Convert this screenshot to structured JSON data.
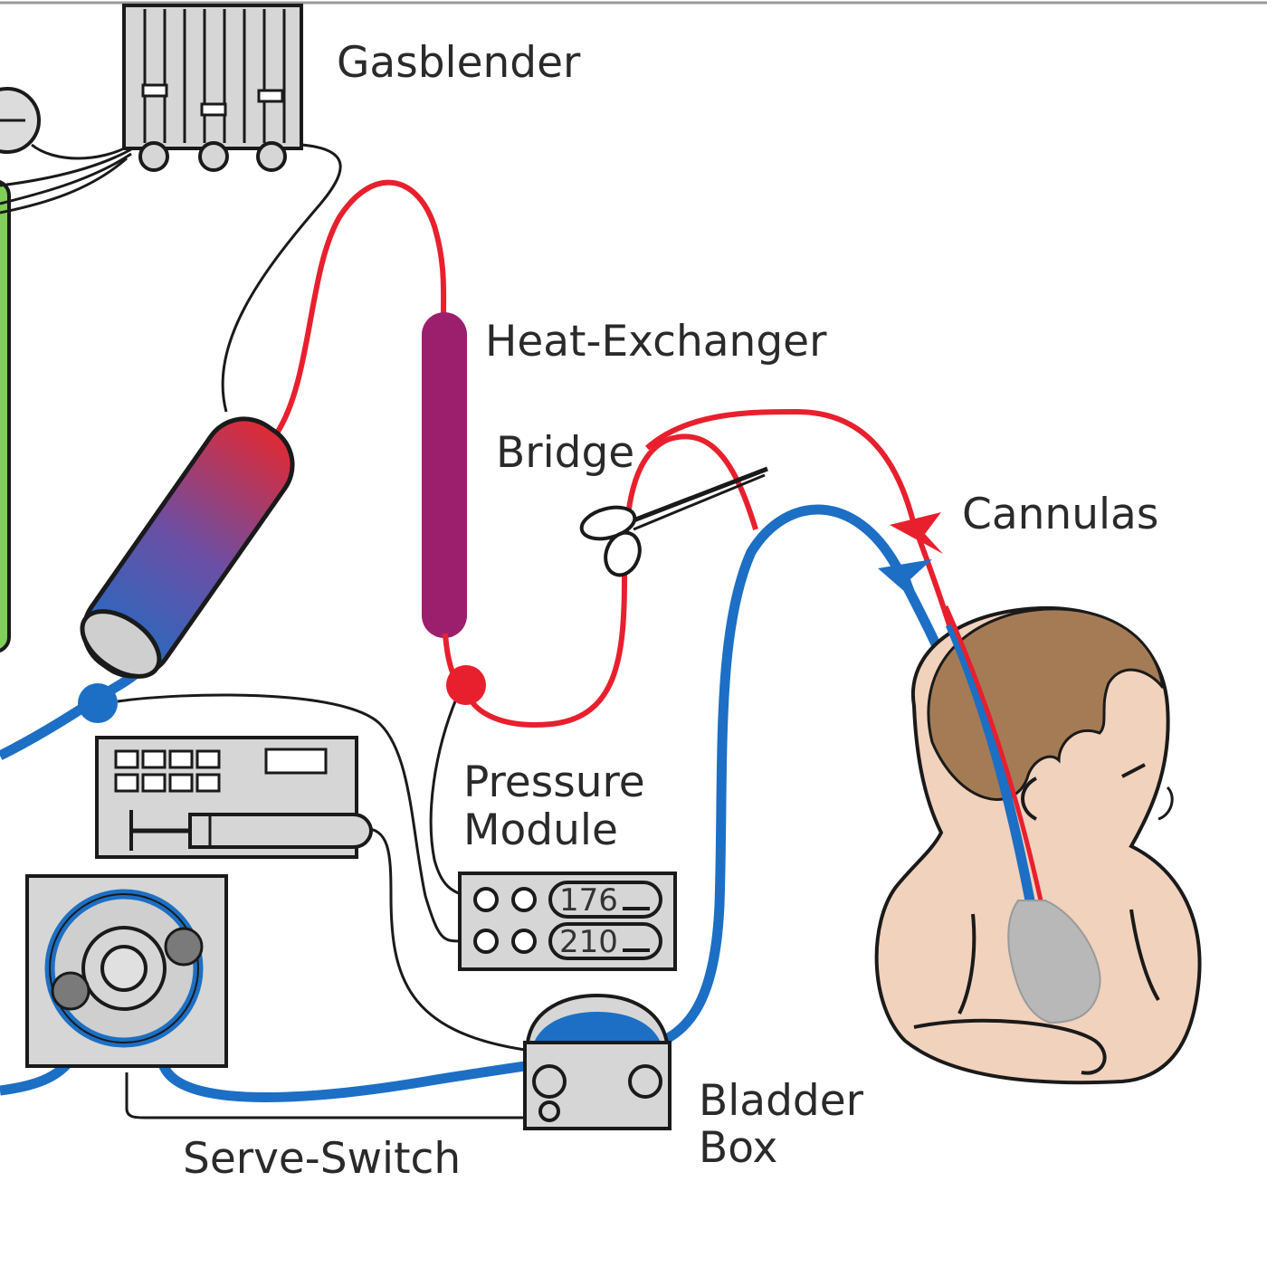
{
  "labels": {
    "gasblender": "Gasblender",
    "heat_exchanger": "Heat-Exchanger",
    "bridge": "Bridge",
    "cannulas": "Cannulas",
    "pressure_line1": "Pressure",
    "pressure_line2": "Module",
    "bladder_line1": "Bladder",
    "bladder_line2": "Box",
    "serve_switch": "Serve-Switch"
  },
  "pressure_readouts": [
    "176",
    "210"
  ],
  "colors": {
    "arterial": "#e8202e",
    "venous": "#1c6fc4",
    "heat_exchanger": "#9c1f6e",
    "device_fill": "#d6d6d6",
    "outline": "#1a1a1a",
    "skin": "#f1d2bd",
    "hair": "#a57b55",
    "oxygen_tank": "#7fcf5a"
  }
}
